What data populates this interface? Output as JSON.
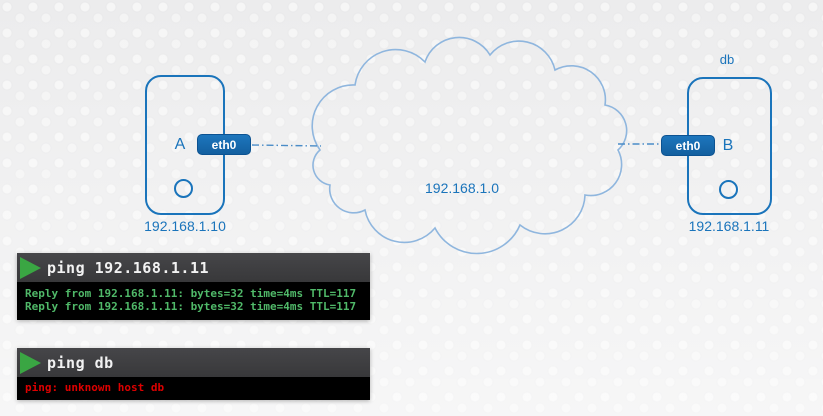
{
  "colors": {
    "accent_blue": "#1a74bb",
    "badge_blue": "#135f9f",
    "cloud_stroke": "#8fb6de",
    "link_blue": "#4a8cc7",
    "terminal_header_bg": "#3d3d3f",
    "terminal_body_bg": "#000000",
    "success_green": "#50b969",
    "error_red": "#dd0000",
    "play_icon_green": "#3aa643"
  },
  "diagram": {
    "host_a": {
      "label": "A",
      "interface_label": "eth0",
      "ip": "192.168.1.10"
    },
    "host_b": {
      "label": "B",
      "hostname": "db",
      "interface_label": "eth0",
      "ip": "192.168.1.11"
    },
    "network_cloud": {
      "ip": "192.168.1.0"
    }
  },
  "terminals": [
    {
      "command": "ping 192.168.1.11",
      "status": "success",
      "output": [
        "Reply from 192.168.1.11: bytes=32 time=4ms TTL=117",
        "Reply from 192.168.1.11: bytes=32 time=4ms TTL=117"
      ]
    },
    {
      "command": "ping db",
      "status": "error",
      "output": [
        "ping: unknown host db"
      ]
    }
  ]
}
